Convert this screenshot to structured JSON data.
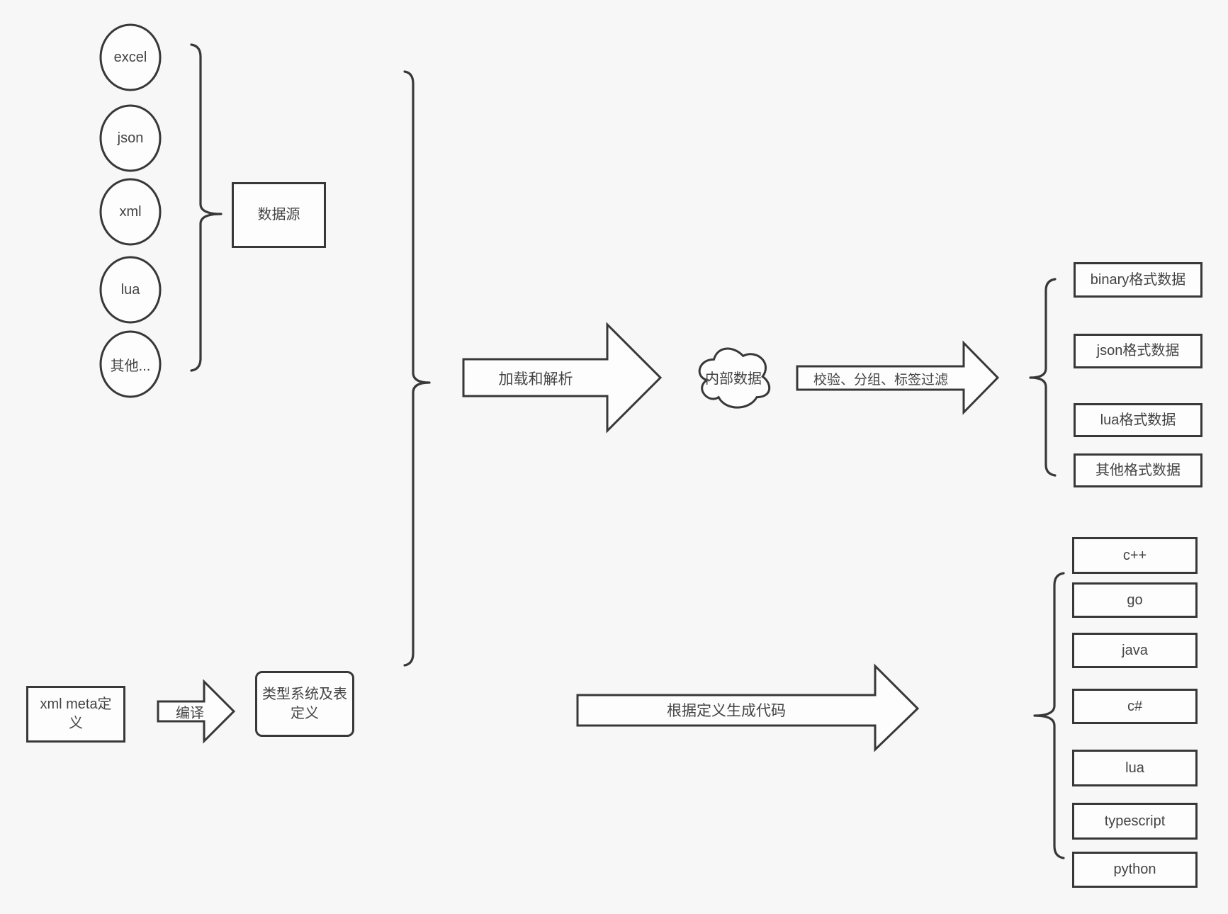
{
  "diagram": {
    "sources": {
      "items": [
        "excel",
        "json",
        "xml",
        "lua",
        "其他..."
      ],
      "group_label": "数据源"
    },
    "definitions": {
      "xml_meta": "xml meta定义",
      "compile_label": "编译",
      "type_system": "类型系统及表定义"
    },
    "pipeline": {
      "load_parse": "加载和解析",
      "internal_data": "内部数据",
      "filter": "校验、分组、标签过滤",
      "generate": "根据定义生成代码"
    },
    "outputs": [
      "binary格式数据",
      "json格式数据",
      "lua格式数据",
      "其他格式数据"
    ],
    "languages": [
      "c++",
      "go",
      "java",
      "c#",
      "lua",
      "typescript",
      "python"
    ]
  },
  "colors": {
    "background": "#f7f7f7",
    "stroke": "#383838",
    "fill": "#fdfdfd",
    "text": "#434343"
  }
}
